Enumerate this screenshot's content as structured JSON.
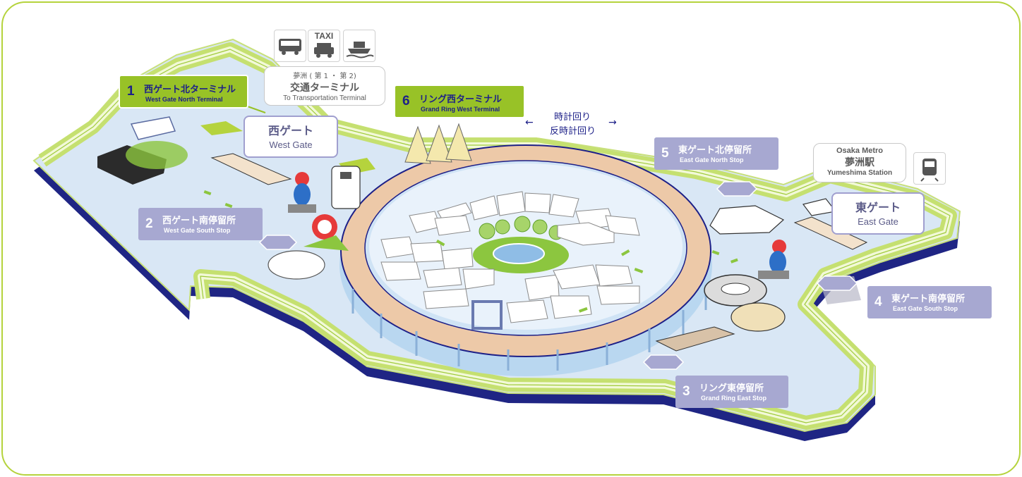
{
  "stops": [
    {
      "id": "1",
      "jp": "西ゲート北ターミナル",
      "en": "West Gate North Terminal",
      "kind": "terminal"
    },
    {
      "id": "2",
      "jp": "西ゲート南停留所",
      "en": "West Gate South Stop",
      "kind": "stop"
    },
    {
      "id": "3",
      "jp": "リング東停留所",
      "en": "Grand Ring East Stop",
      "kind": "stop"
    },
    {
      "id": "4",
      "jp": "東ゲート南停留所",
      "en": "East Gate South Stop",
      "kind": "stop"
    },
    {
      "id": "5",
      "jp": "東ゲート北停留所",
      "en": "East Gate North Stop",
      "kind": "stop"
    },
    {
      "id": "6",
      "jp": "リング西ターミナル",
      "en": "Grand Ring West Terminal",
      "kind": "terminal"
    }
  ],
  "gates": {
    "west": {
      "jp": "西ゲート",
      "en": "West Gate"
    },
    "east": {
      "jp": "東ゲート",
      "en": "East Gate"
    }
  },
  "transport_terminal": {
    "line1": "夢洲 ( 第 1 ・ 第 2)",
    "line2": "交通ターミナル",
    "line3": "To Transportation Terminal"
  },
  "station": {
    "line1": "Osaka Metro",
    "line2": "夢洲駅",
    "line3": "Yumeshima Station"
  },
  "transport_icons": {
    "bus": "bus-icon",
    "taxi": "taxi-icon",
    "taxi_label": "TAXI",
    "ferry": "ferry-icon",
    "train": "train-icon"
  },
  "direction": {
    "clockwise": "時計回り",
    "counter": "反時計回り",
    "arrow_left": "←",
    "arrow_right": "→"
  },
  "colors": {
    "accent_green": "#98c227",
    "navy": "#1d2088",
    "stop_purple": "#a7a8d1",
    "route_light": "#eaf5c4"
  }
}
